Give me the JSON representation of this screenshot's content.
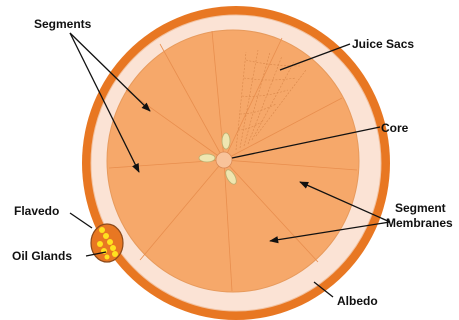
{
  "labels": {
    "segments": "Segments",
    "juice_sacs": "Juice Sacs",
    "core": "Core",
    "segment_membranes_line1": "Segment",
    "segment_membranes_line2": "Membranes",
    "flavedo": "Flavedo",
    "oil_glands": "Oil Glands",
    "albedo": "Albedo"
  },
  "colors": {
    "flavedo": "#E87722",
    "albedo": "#FBE3D5",
    "flesh": "#F6A86A",
    "membrane_lines": "#E88E4E",
    "core_fill": "#F8C39A",
    "seeds": "#EFE6B0",
    "oil_gland_dots": "#FFE21F",
    "leader_lines": "#111111"
  }
}
